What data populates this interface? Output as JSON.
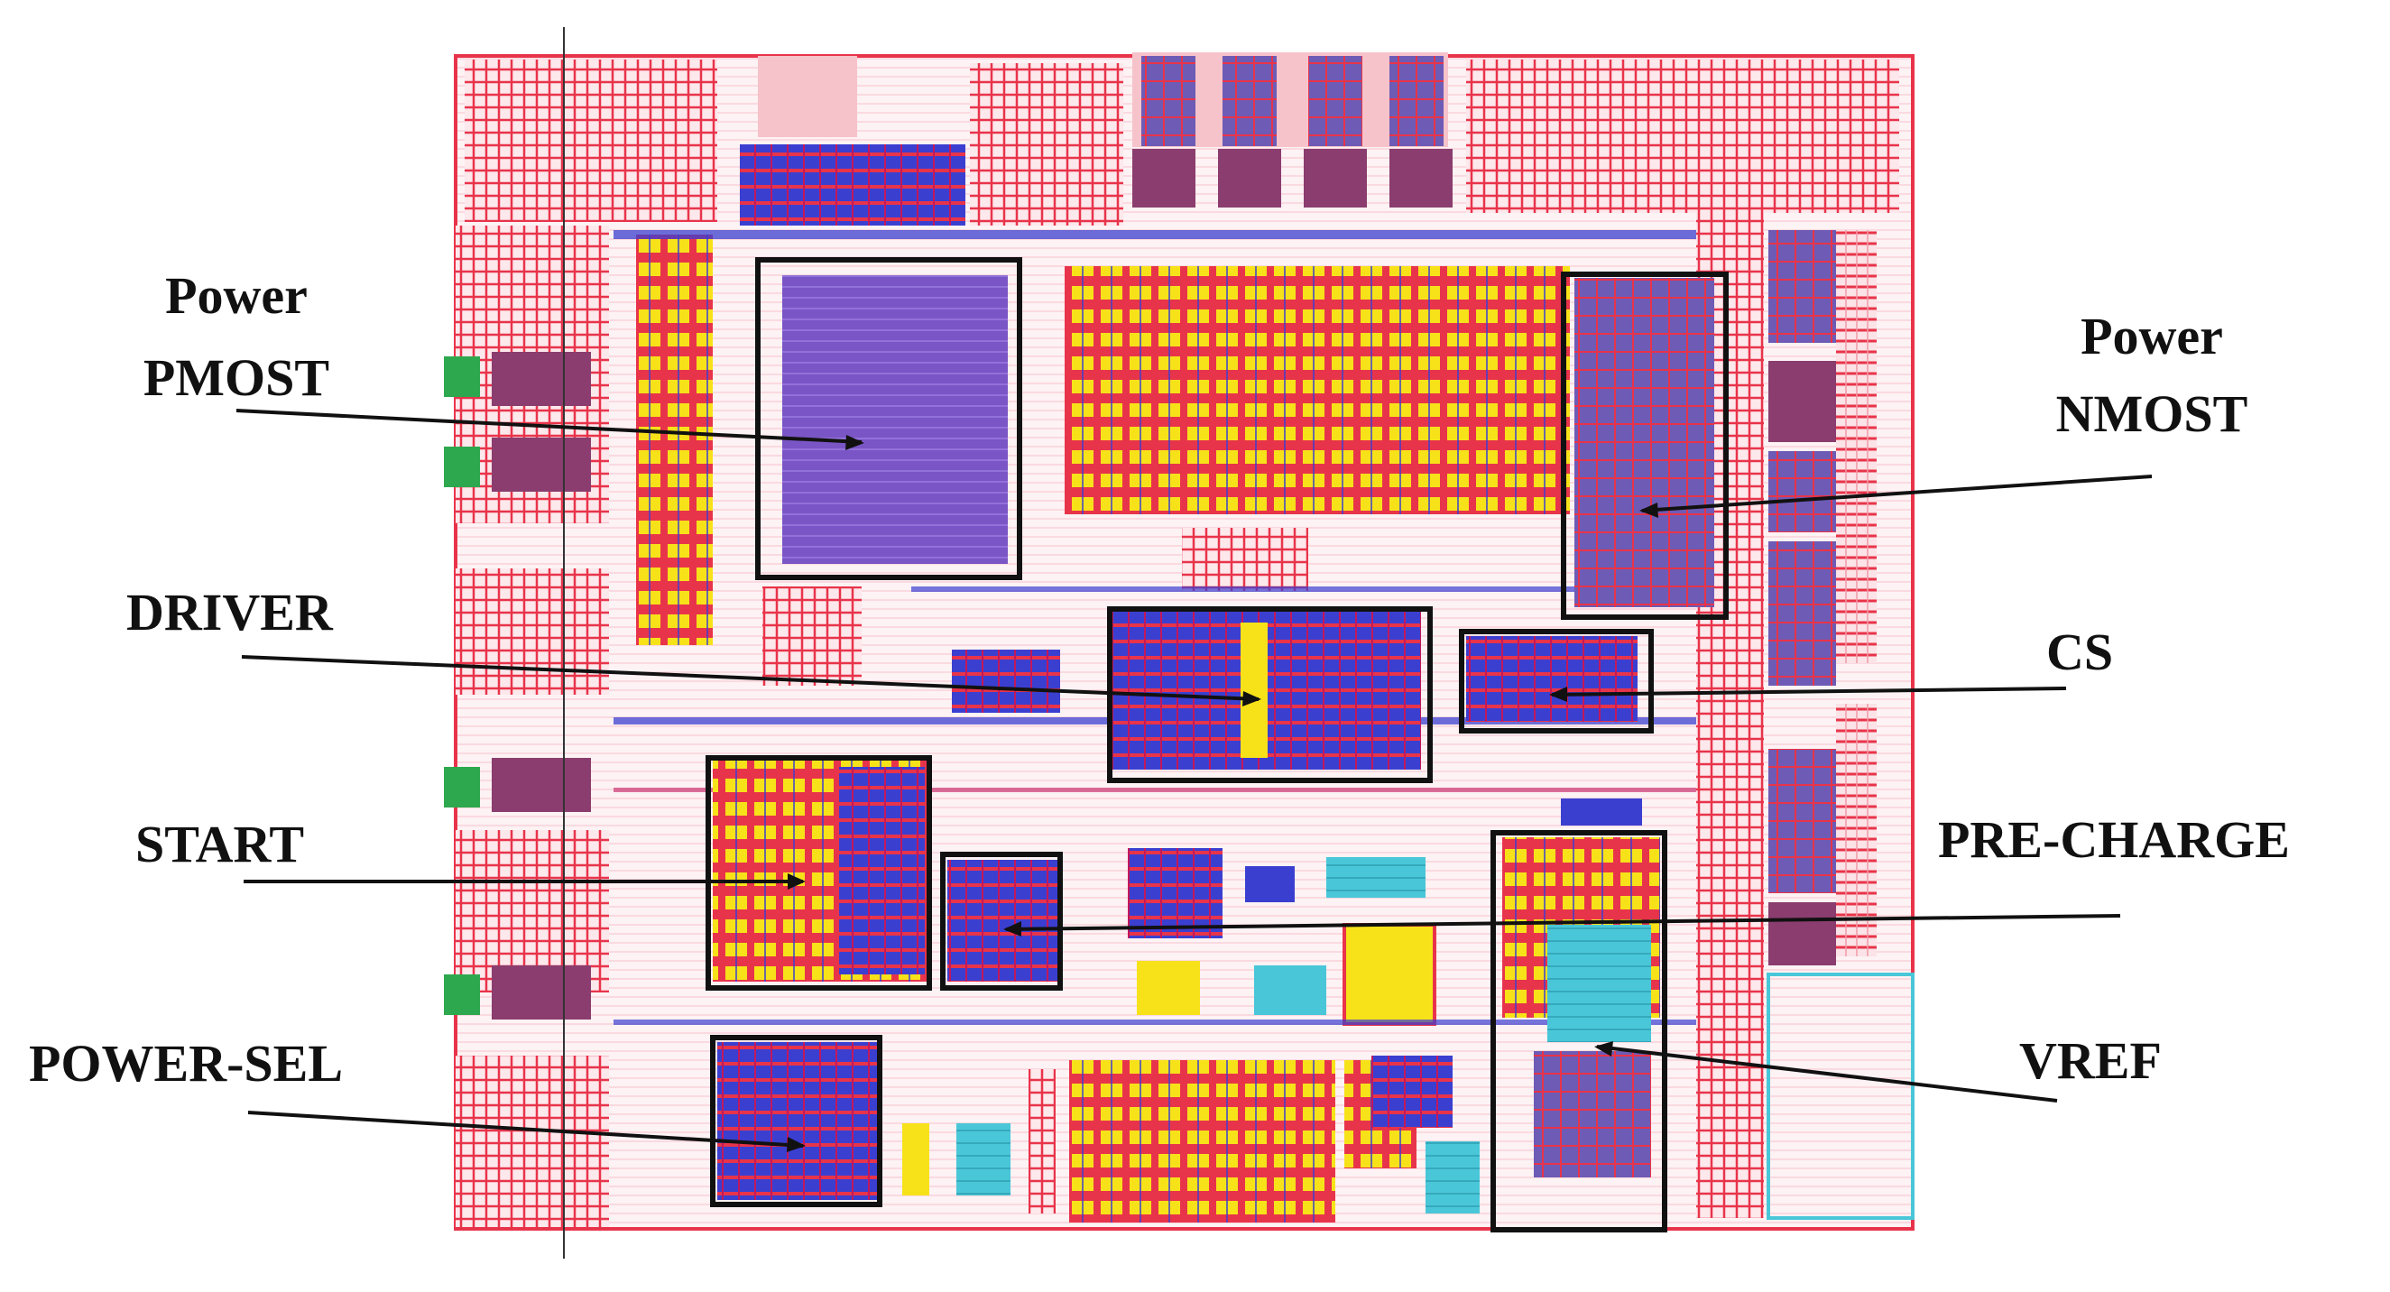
{
  "colors": {
    "background": "#ffffff",
    "metal_red": "#e8344a",
    "metal_pink": "#f29aa8",
    "poly_blue": "#3b3fd0",
    "fill_yellow": "#f7e21a",
    "transistor_purple": "#7a55c6",
    "active_cyan": "#49c7d8",
    "via_green": "#2ea84e",
    "outline": "#111111"
  },
  "labels": {
    "power_pmost_line1": "Power",
    "power_pmost_line2": "PMOST",
    "power_nmost_line1": "Power",
    "power_nmost_line2": "NMOST",
    "driver": "DRIVER",
    "cs": "CS",
    "start": "START",
    "pre_charge": "PRE-CHARGE",
    "power_sel": "POWER-SEL",
    "vref": "VREF"
  }
}
